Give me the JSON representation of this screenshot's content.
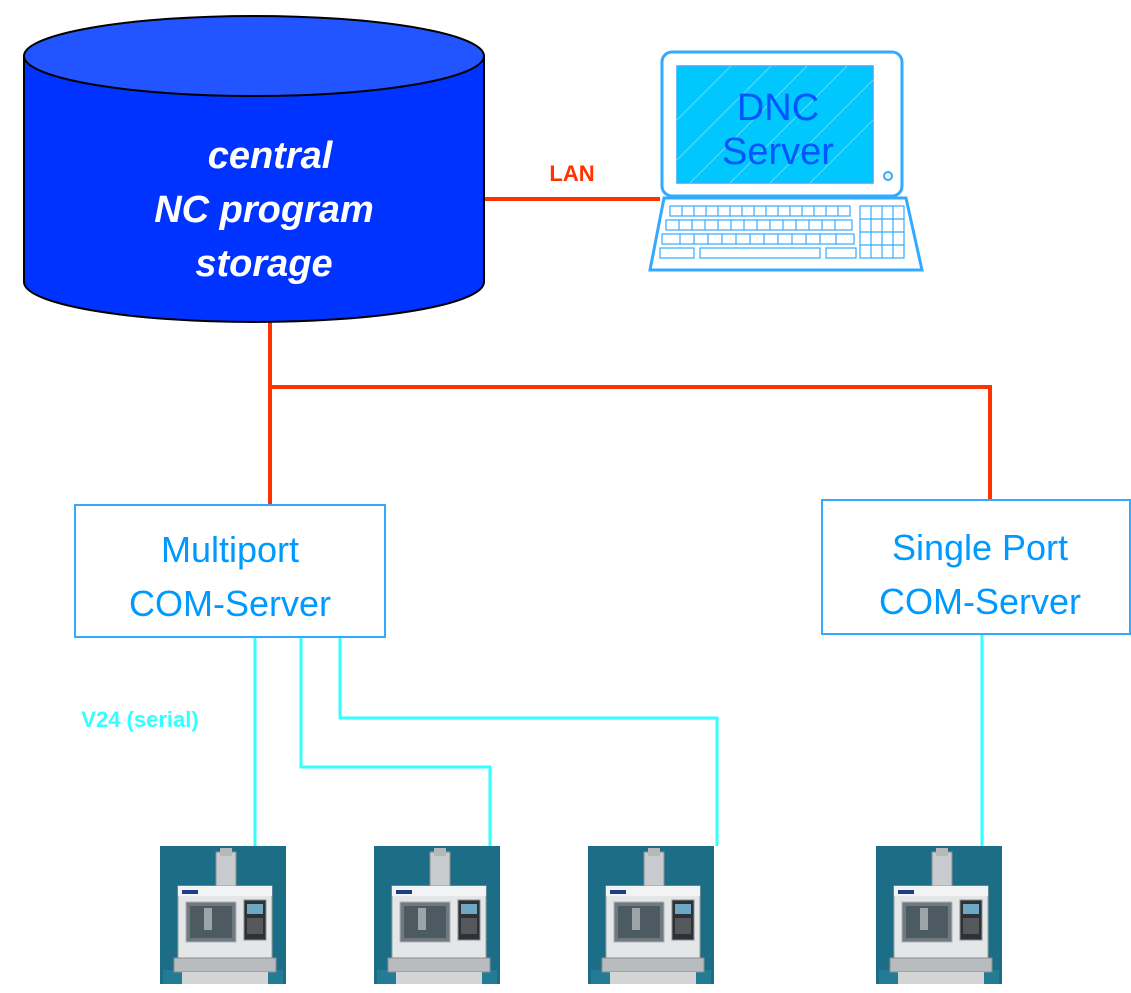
{
  "colors": {
    "lan": "#ff3300",
    "serial": "#33ffff",
    "storage_fill": "#0033ff",
    "storage_top": "#2255ff",
    "text_blue": "#0099ff",
    "screen_fill": "#00c8ff",
    "box_stroke": "#33aaff",
    "machine_bg": "#1c6e86"
  },
  "storage": {
    "line1": "central",
    "line2": "NC program",
    "line3": "storage"
  },
  "dnc_server": {
    "line1": "DNC",
    "line2": "Server"
  },
  "lan_label": "LAN",
  "serial_label": "V24 (serial)",
  "multiport": {
    "line1": "Multiport",
    "line2": "COM-Server"
  },
  "singleport": {
    "line1": "Single Port",
    "line2": "COM-Server"
  },
  "machines": [
    {
      "icon": "cnc-machine-icon"
    },
    {
      "icon": "cnc-machine-icon"
    },
    {
      "icon": "cnc-machine-icon"
    },
    {
      "icon": "cnc-machine-icon"
    }
  ]
}
